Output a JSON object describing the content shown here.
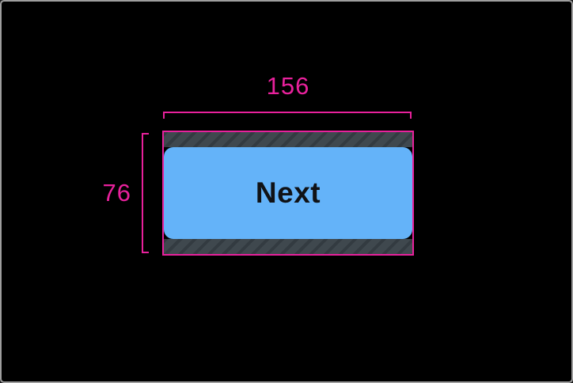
{
  "measurements": {
    "width_label": "156",
    "height_label": "76"
  },
  "button": {
    "label": "Next"
  },
  "colors": {
    "canvas-bg": "#000000",
    "frame-border": "#9e9e9e",
    "ruler": "#e8219c",
    "button-fill": "#64b3f9",
    "button-text": "#101216",
    "hatch-bg": "#3f484e",
    "hatch-stripe": "#333b41"
  }
}
